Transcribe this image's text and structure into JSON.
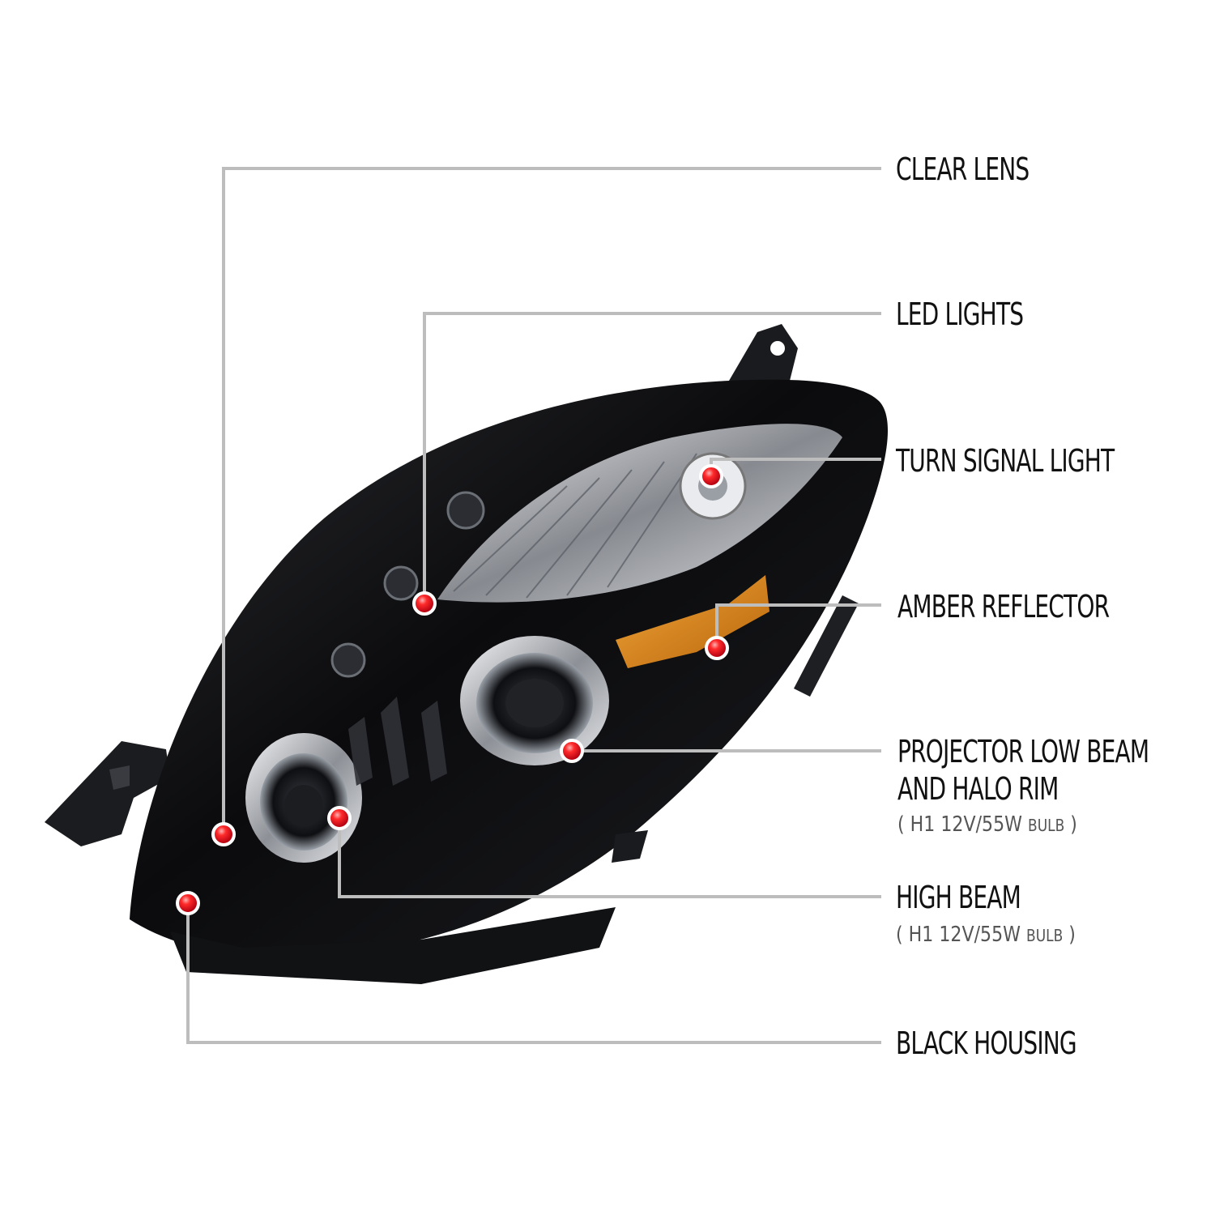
{
  "callouts": [
    {
      "id": "clear-lens",
      "label": "CLEAR LENS"
    },
    {
      "id": "led-lights",
      "label": "LED LIGHTS"
    },
    {
      "id": "turn-signal-light",
      "label": "TURN SIGNAL LIGHT"
    },
    {
      "id": "amber-reflector",
      "label": "AMBER REFLECTOR"
    },
    {
      "id": "projector-low-beam",
      "label_line1": "PROJECTOR LOW BEAM",
      "label_line2": "AND HALO RIM",
      "spec_open": "( H1  12V/55W ",
      "spec_bulb": "BULB",
      "spec_close": " )"
    },
    {
      "id": "high-beam",
      "label": "HIGH BEAM",
      "spec_open": "( H1  12V/55W ",
      "spec_bulb": "BULB",
      "spec_close": " )"
    },
    {
      "id": "black-housing",
      "label": "BLACK HOUSING"
    }
  ],
  "colors": {
    "leader_line": "#bdbdbd",
    "marker": "#e0101a",
    "housing": "#0d0d0f",
    "amber": "#d9820f",
    "chrome": "#c9ccd1"
  }
}
